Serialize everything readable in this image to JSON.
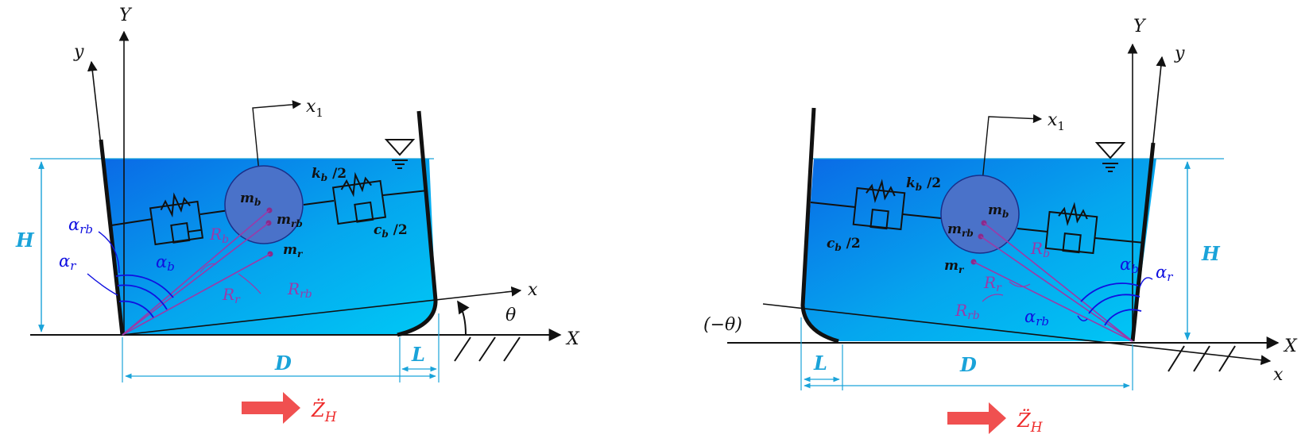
{
  "left_diagram": {
    "axis_Y": "Y",
    "axis_y": "y",
    "axis_X": "X",
    "axis_x": "x",
    "axis_x1": "x",
    "axis_x1_sub": "1",
    "angle_label": "θ",
    "H_label": "H",
    "D_label": "D",
    "L_label": "L",
    "alpha": "α",
    "alpha_rb_sub": "rb",
    "alpha_r_sub": "r",
    "alpha_b_sub": "b",
    "R": "R",
    "R_b_sub": "b",
    "R_r_sub": "r",
    "R_rb_sub": "rb",
    "m": "m",
    "m_b_sub": "b",
    "m_rb_sub": "rb",
    "m_r_sub": "r",
    "k_label": "k",
    "k_sub": "b",
    "k_half": " /2",
    "c_label": "c",
    "c_sub": "b",
    "c_half": " /2",
    "excitation": "Z̈",
    "excitation_sub": "H"
  },
  "right_diagram": {
    "axis_Y": "Y",
    "axis_y": "y",
    "axis_X": "X",
    "axis_x": "x",
    "axis_x1": "x",
    "axis_x1_sub": "1",
    "angle_label": "(−θ)",
    "H_label": "H",
    "D_label": "D",
    "L_label": "L",
    "alpha": "α",
    "alpha_rb_sub": "rb",
    "alpha_r_sub": "r",
    "alpha_b_sub": "b",
    "R": "R",
    "R_b_sub": "b",
    "R_r_sub": "r",
    "R_rb_sub": "rb",
    "m": "m",
    "m_b_sub": "b",
    "m_rb_sub": "rb",
    "m_r_sub": "r",
    "k_label": "k",
    "k_sub": "b",
    "k_half": " /2",
    "c_label": "c",
    "c_sub": "b",
    "c_half": " /2",
    "excitation": "Z̈",
    "excitation_sub": "H"
  },
  "colors": {
    "water_dark": "#0b6fe6",
    "water_light": "#00c8f5",
    "dimension": "#1aa3d9",
    "angle_blue": "#1010e0",
    "radius_purple": "#9b3aa8",
    "ball": "#4a72c9",
    "arrow_red": "#f05050"
  }
}
